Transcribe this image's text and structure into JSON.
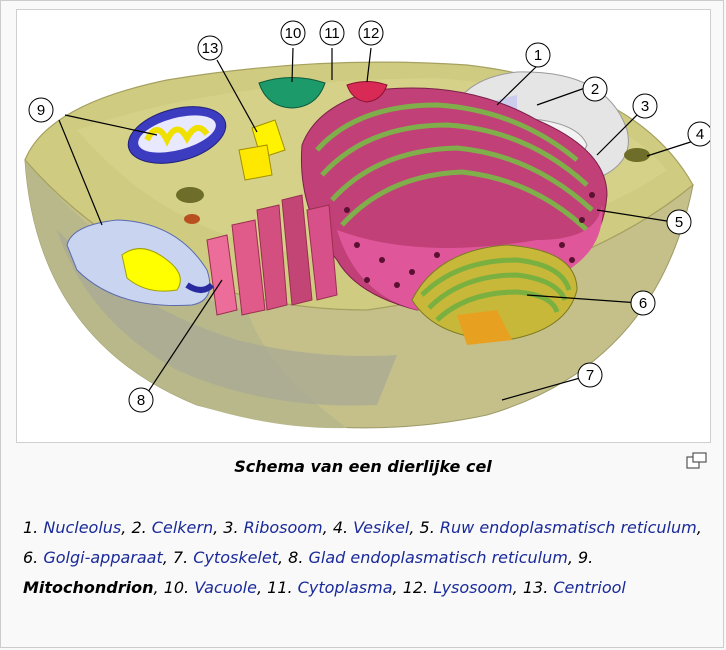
{
  "caption": "Schema van een dierlijke cel",
  "callouts": [
    "1",
    "2",
    "3",
    "4",
    "5",
    "6",
    "7",
    "8",
    "9",
    "10",
    "11",
    "12",
    "13"
  ],
  "legend": [
    {
      "num": "1.",
      "label": "Nucleolus",
      "link": true,
      "sep": ", "
    },
    {
      "num": "2.",
      "label": "Celkern",
      "link": true,
      "sep": ", "
    },
    {
      "num": "3.",
      "label": "Ribosoom",
      "link": true,
      "sep": ", "
    },
    {
      "num": "4.",
      "label": "Vesikel",
      "link": true,
      "sep": ", "
    },
    {
      "num": "5.",
      "label": "Ruw endoplasmatisch reticulum",
      "link": true,
      "sep": ", "
    },
    {
      "num": "6.",
      "label": "Golgi-apparaat",
      "link": true,
      "sep": ", "
    },
    {
      "num": "7.",
      "label": "Cytoskelet",
      "link": true,
      "sep": ", "
    },
    {
      "num": "8.",
      "label": "Glad endoplasmatisch reticulum",
      "link": true,
      "sep": ", "
    },
    {
      "num": "9.",
      "label": "Mitochondrion",
      "link": false,
      "sep": ", "
    },
    {
      "num": "10.",
      "label": "Vacuole",
      "link": true,
      "sep": ", "
    },
    {
      "num": "11.",
      "label": "Cytoplasma",
      "link": true,
      "sep": ", "
    },
    {
      "num": "12.",
      "label": "Lysosoom",
      "link": true,
      "sep": ", "
    },
    {
      "num": "13.",
      "label": "Centriool",
      "link": true,
      "sep": ""
    }
  ],
  "icons": {
    "magnify": "enlarge-icon"
  },
  "colors": {
    "link": "#1a2a99",
    "cytoplasm": "#c8c87a",
    "membrane": "#e0d98a",
    "er": "#c2407a",
    "mitochondrion": "#3c3cc0",
    "nucleus": "#e8e8f0",
    "nucleolus": "#ff8ae6"
  }
}
